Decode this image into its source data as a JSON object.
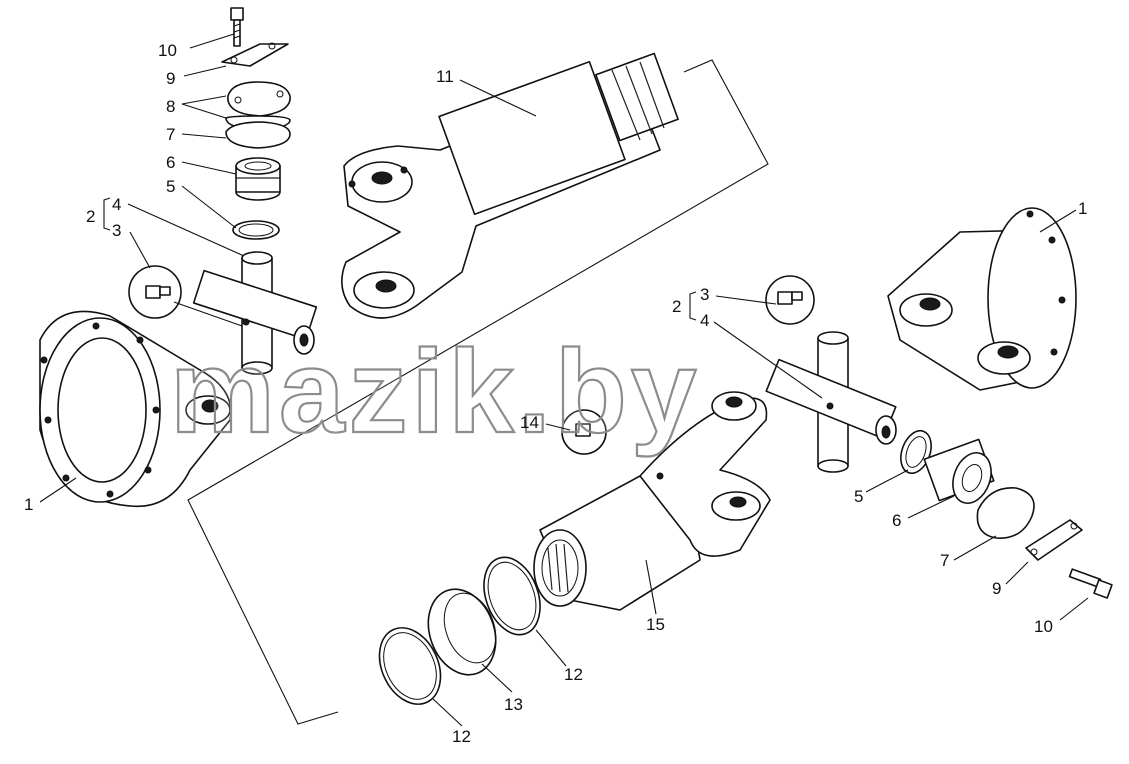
{
  "watermark": "mazik.by",
  "colors": {
    "ink": "#111111",
    "paper": "#ffffff",
    "watermark_outline": "#8c8c8c"
  },
  "labels": {
    "l1_left": "1",
    "l1_right": "1",
    "l2_left": "2",
    "l2_right": "2",
    "l3_left": "3",
    "l3_right": "3",
    "l4_left": "4",
    "l4_right": "4",
    "l5_left": "5",
    "l5_right": "5",
    "l6_left": "6",
    "l6_right": "6",
    "l7_left": "7",
    "l7_right": "7",
    "l8": "8",
    "l9_left": "9",
    "l9_right": "9",
    "l10_left": "10",
    "l10_right": "10",
    "l11": "11",
    "l12_mid": "12",
    "l12_bottom": "12",
    "l13": "13",
    "l14": "14",
    "l15": "15"
  }
}
